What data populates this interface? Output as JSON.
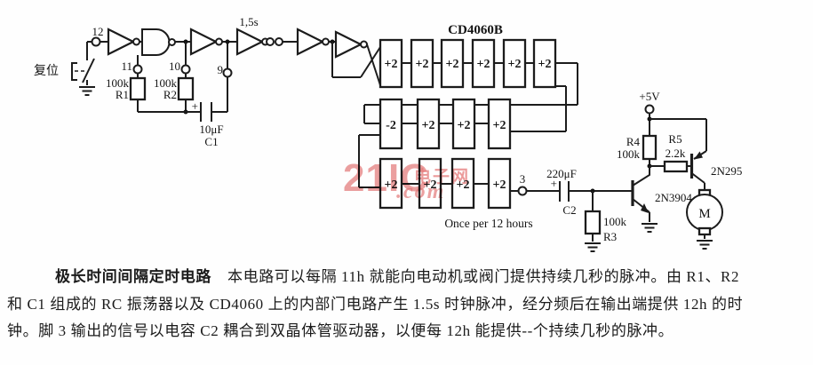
{
  "circuit": {
    "reset_label": "复位",
    "pins": {
      "p12": "12",
      "p11": "11",
      "p10": "10",
      "p9": "9",
      "p3": "3"
    },
    "r1": {
      "value": "100k",
      "name": "R1"
    },
    "r2": {
      "value": "100k",
      "name": "R2"
    },
    "r3": {
      "value": "100k",
      "name": "R3"
    },
    "r4": {
      "name": "R4",
      "value": "100k"
    },
    "r5": {
      "name": "R5",
      "value": "2.2k"
    },
    "c1": {
      "plus": "+",
      "value": "10μF",
      "name": "C1"
    },
    "c2": {
      "plus": "+",
      "value": "220μF",
      "name": "C2"
    },
    "clock_label": "1,5s",
    "ic_label": "CD4060B",
    "divider_row1": [
      "+2",
      "+2",
      "+2",
      "+2",
      "+2",
      "+2"
    ],
    "divider_row2": [
      "-2",
      "+2",
      "+2",
      "+2"
    ],
    "divider_row3": [
      "+2",
      "+2",
      "+2",
      "+2"
    ],
    "once_label": "Once per 12 hours",
    "supply_label": "+5V",
    "q1_label": "2N3904",
    "q2_label": "2N295",
    "motor_label": "M"
  },
  "watermark": {
    "big": "21IC",
    "cn": "电子网",
    "dot": ".com"
  },
  "caption": {
    "title": "极长时间间隔定时电路",
    "line1_rest": "本电路可以每隔 11h 就能向电动机或阀门提供持续几秒的脉冲。由 R1、R2",
    "line2": "和 C1 组成的 RC 振荡器以及 CD4060 上的内部门电路产生 1.5s 时钟脉冲，经分频后在输出端提供 12h 的时",
    "line3": "钟。脚 3 输出的信号以电容 C2 耦合到双晶体管驱动器，以便每 12h 能提供--个持续几秒的脉冲。"
  }
}
